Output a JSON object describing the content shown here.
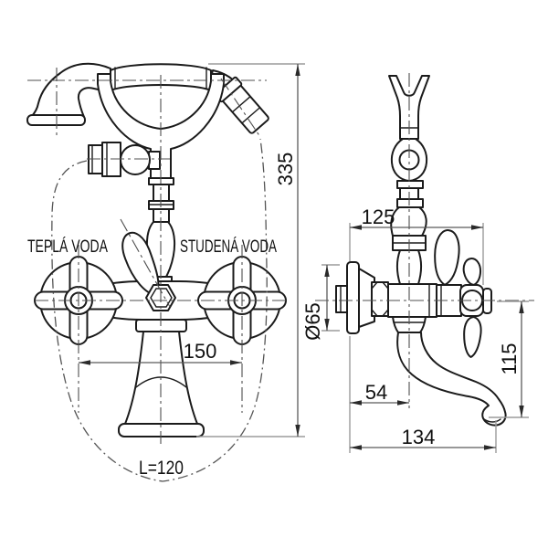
{
  "drawing": {
    "labels": {
      "hot_water": "TEPLÁ VODA",
      "cold_water": "STUDENÁ VODA",
      "hose_length": "L=120"
    },
    "dimensions": {
      "overall_height": "335",
      "handle_spacing": "150",
      "depth": "125",
      "flange_diameter": "Ø65",
      "wall_to_axis": "54",
      "spout_reach": "134",
      "spout_height": "115"
    },
    "colors": {
      "line": "#1b1b1b",
      "dimension": "#5a5a5a",
      "extension": "#9b9b9b",
      "centerline": "#4f4f4f",
      "text": "#111111",
      "background": "#ffffff"
    }
  }
}
